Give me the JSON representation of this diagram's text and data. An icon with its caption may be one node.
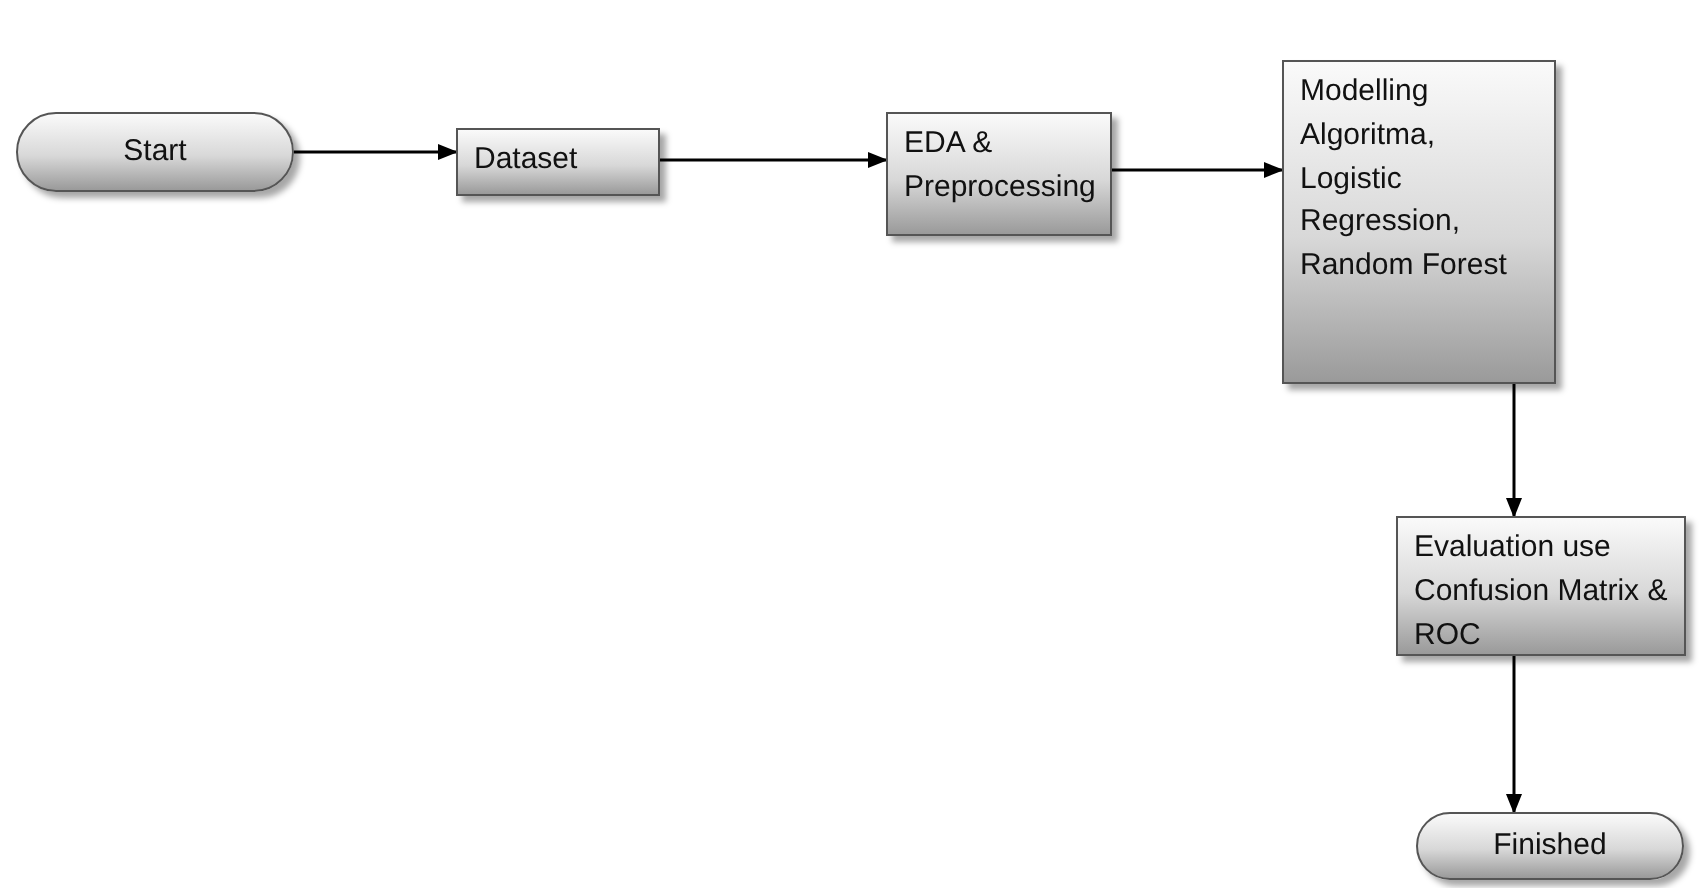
{
  "diagram": {
    "nodes": [
      {
        "text": [
          "Start"
        ]
      },
      {
        "text": [
          "Dataset"
        ]
      },
      {
        "text": [
          "EDA & Preprocessing"
        ]
      },
      {
        "text": [
          "Modelling Algoritma, Logistic Regression, Random Forest"
        ]
      },
      {
        "text": [
          "Evaluation use Confusion Matrix & ROC"
        ]
      },
      {
        "text": [
          "Finished"
        ]
      }
    ],
    "edges": [
      {
        "from": 0,
        "to": 1,
        "arrow": "to"
      },
      {
        "from": 1,
        "to": 2,
        "arrow": "to"
      },
      {
        "from": 2,
        "to": 3,
        "arrow": "to"
      },
      {
        "from": 3,
        "to": 4,
        "arrow": "to"
      },
      {
        "from": 4,
        "to": 5,
        "arrow": "to"
      }
    ]
  }
}
